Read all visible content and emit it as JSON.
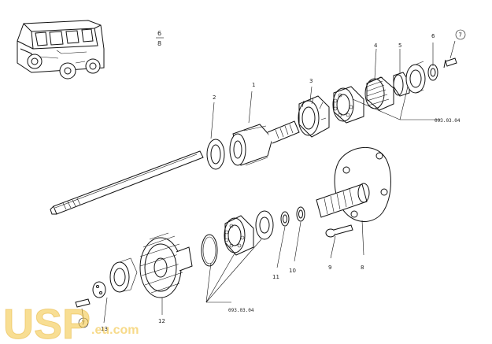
{
  "sheet": {
    "page_fraction": {
      "top": "6",
      "bottom": "8"
    },
    "group_refs": [
      "093.03.04",
      "093.03.04"
    ],
    "callouts": [
      "1",
      "2",
      "3",
      "4",
      "5",
      "6",
      "7",
      "7",
      "8",
      "9",
      "10",
      "11",
      "12",
      "13"
    ]
  },
  "watermark": {
    "brand": "USP",
    "domain": ".eu.com",
    "color": "#f2c23a"
  }
}
